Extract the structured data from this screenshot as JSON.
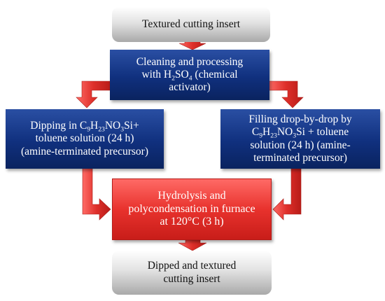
{
  "nodes": {
    "start": {
      "lines": [
        "Textured cutting insert"
      ]
    },
    "cleaning": {
      "lines": [
        "Cleaning and processing",
        "with H{sub:2}SO{sub:4} (chemical",
        "activator)"
      ]
    },
    "dipping": {
      "lines": [
        "Dipping in C{sub:9}H{sub:23}NO{sub:3}Si+",
        "toluene solution (24 h)",
        "(amine-terminated precursor)"
      ]
    },
    "filling": {
      "lines": [
        "Filling drop-by-drop by",
        "C{sub:9}H{sub:23}NO{sub:3}Si + toluene",
        "solution (24 h) (amine-",
        "terminated precursor)"
      ]
    },
    "hydrolysis": {
      "lines": [
        "Hydrolysis and",
        "polycondensation in furnace",
        "at 120°C (3 h)"
      ]
    },
    "end": {
      "lines": [
        "Dipped and textured",
        "cutting insert"
      ]
    }
  },
  "colors": {
    "gray_box": "#c8c8c8",
    "blue_box": "#10307e",
    "red_box": "#e8322d",
    "arrow": "#d9302b"
  }
}
